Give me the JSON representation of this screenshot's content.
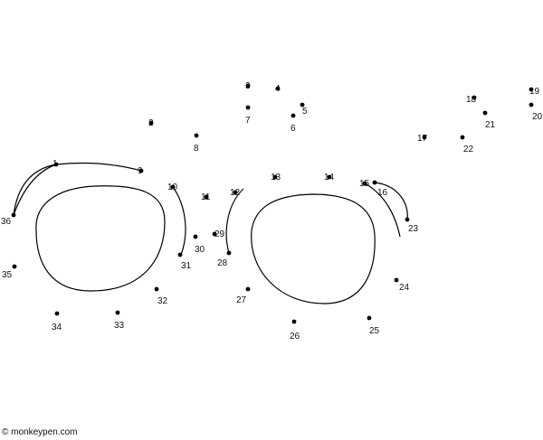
{
  "puzzle": {
    "dots": [
      {
        "n": "1"
      },
      {
        "n": "2"
      },
      {
        "n": "3"
      },
      {
        "n": "4"
      },
      {
        "n": "5"
      },
      {
        "n": "6"
      },
      {
        "n": "7"
      },
      {
        "n": "8"
      },
      {
        "n": "9"
      },
      {
        "n": "10"
      },
      {
        "n": "11"
      },
      {
        "n": "12"
      },
      {
        "n": "13"
      },
      {
        "n": "14"
      },
      {
        "n": "15"
      },
      {
        "n": "16"
      },
      {
        "n": "17"
      },
      {
        "n": "18"
      },
      {
        "n": "19"
      },
      {
        "n": "20"
      },
      {
        "n": "21"
      },
      {
        "n": "22"
      },
      {
        "n": "23"
      },
      {
        "n": "24"
      },
      {
        "n": "25"
      },
      {
        "n": "26"
      },
      {
        "n": "27"
      },
      {
        "n": "28"
      },
      {
        "n": "29"
      },
      {
        "n": "30"
      },
      {
        "n": "31"
      },
      {
        "n": "32"
      },
      {
        "n": "33"
      },
      {
        "n": "34"
      },
      {
        "n": "35"
      },
      {
        "n": "36"
      }
    ]
  },
  "footer": {
    "credit": "© monkeypen.com"
  }
}
